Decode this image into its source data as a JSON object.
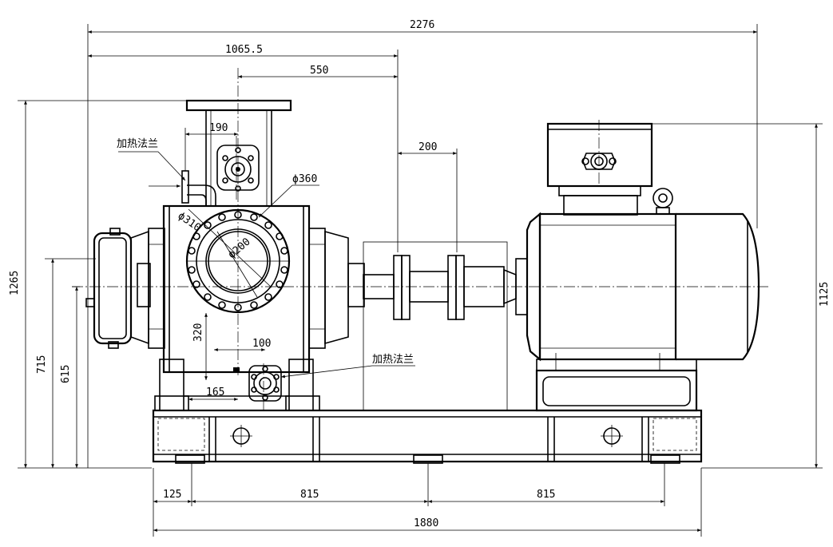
{
  "dimensions": {
    "overall_length": "2276",
    "pump_offset": "1065.5",
    "shaft_gap": "550",
    "outlet_offset": "190",
    "outlet_diameter": "ϕ360",
    "coupling_length": "200",
    "flange_pcd": "ϕ310",
    "bore_diameter": "ϕ200",
    "total_height": "1265",
    "motor_height": "1125",
    "shaft_height": "715",
    "suction_height": "615",
    "suction_depth": "320",
    "suction_width": "100",
    "foot_offset": "165",
    "base_left": "125",
    "base_span_1": "815",
    "base_span_2": "815",
    "base_length": "1880"
  },
  "annotations": {
    "heating_flange_top": "加热法兰",
    "heating_flange_bottom": "加热法兰"
  }
}
